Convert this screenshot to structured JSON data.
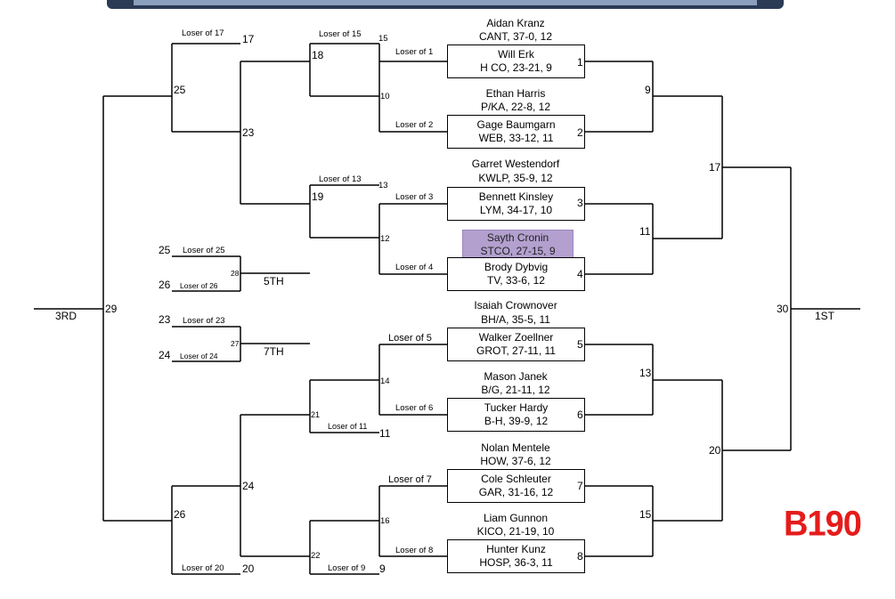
{
  "weight_class": "B190",
  "colors": {
    "line": "#000000",
    "highlight": "#b3a0cf",
    "weight_class": "#e51c1c"
  },
  "championship": [
    {
      "bout": "1",
      "top_wrestler": {
        "name": "Aidan Kranz",
        "info": "CANT, 37-0, 12"
      },
      "box_wrestler": {
        "name": "Will Erk",
        "info": "H CO, 23-21, 9"
      },
      "loser_label": "Loser of 1"
    },
    {
      "bout": "2",
      "top_wrestler": {
        "name": "Ethan Harris",
        "info": "P/KA, 22-8, 12"
      },
      "box_wrestler": {
        "name": "Gage Baumgarn",
        "info": "WEB, 33-12, 11"
      },
      "loser_label": "Loser of 2"
    },
    {
      "bout": "3",
      "top_wrestler": {
        "name": "Garret Westendorf",
        "info": "KWLP, 35-9, 12"
      },
      "box_wrestler": {
        "name": "Bennett Kinsley",
        "info": "LYM, 34-17, 10"
      },
      "loser_label": "Loser of 3"
    },
    {
      "bout": "4",
      "top_wrestler": {
        "name": "Sayth Cronin",
        "info": "STCO, 27-15, 9"
      },
      "box_wrestler": {
        "name": "Brody Dybvig",
        "info": "TV, 33-6, 12"
      },
      "loser_label": "Loser of 4"
    },
    {
      "bout": "5",
      "top_wrestler": {
        "name": "Isaiah Crownover",
        "info": "BH/A, 35-5, 11"
      },
      "box_wrestler": {
        "name": "Walker Zoellner",
        "info": "GROT, 27-11, 11"
      },
      "loser_label": "Loser of 5"
    },
    {
      "bout": "6",
      "top_wrestler": {
        "name": "Mason Janek",
        "info": "B/G, 21-11, 12"
      },
      "box_wrestler": {
        "name": "Tucker Hardy",
        "info": "B-H, 39-9, 12"
      },
      "loser_label": "Loser of 6"
    },
    {
      "bout": "7",
      "top_wrestler": {
        "name": "Nolan Mentele",
        "info": "HOW, 37-6, 12"
      },
      "box_wrestler": {
        "name": "Cole Schleuter",
        "info": "GAR, 31-16, 12"
      },
      "loser_label": "Loser of 7"
    },
    {
      "bout": "8",
      "top_wrestler": {
        "name": "Liam Gunnon",
        "info": "KICO, 21-19, 10"
      },
      "box_wrestler": {
        "name": "Hunter Kunz",
        "info": "HOSP, 36-3, 11"
      },
      "loser_label": "Loser of 8"
    }
  ],
  "quarter_bouts": [
    "9",
    "11",
    "13",
    "15"
  ],
  "semi_bouts": [
    "17",
    "20"
  ],
  "final": {
    "bout": "30",
    "label": "1ST"
  },
  "consolation": {
    "cons1": [
      {
        "bout": "18",
        "loser_label": "Loser of 15",
        "loser_num": "15"
      },
      {
        "bout": "19",
        "loser_label": "Loser of 13",
        "loser_num": "13"
      },
      {
        "bout": "21",
        "loser_label": "Loser of 11",
        "loser_num": "11"
      },
      {
        "bout": "22",
        "loser_label": "Loser of 9",
        "loser_num": "9"
      }
    ],
    "pigtails": [
      "10",
      "12",
      "14",
      "16"
    ],
    "cons2": [
      {
        "bout": "25",
        "loser_label": "Loser of 17",
        "loser_num": "17"
      },
      {
        "bout": "23"
      },
      {
        "bout": "24"
      },
      {
        "bout": "26",
        "loser_label": "Loser of 20",
        "loser_num": "20"
      }
    ],
    "third": {
      "bout": "29",
      "label": "3RD"
    },
    "fifth": {
      "bout": "28",
      "label": "5TH",
      "top_num": "25",
      "top_label": "Loser of 25",
      "bot_num": "26",
      "bot_label": "Loser of 26"
    },
    "seventh": {
      "bout": "27",
      "label": "7TH",
      "top_num": "23",
      "top_label": "Loser of 23",
      "bot_num": "24",
      "bot_label": "Loser of 24"
    }
  }
}
